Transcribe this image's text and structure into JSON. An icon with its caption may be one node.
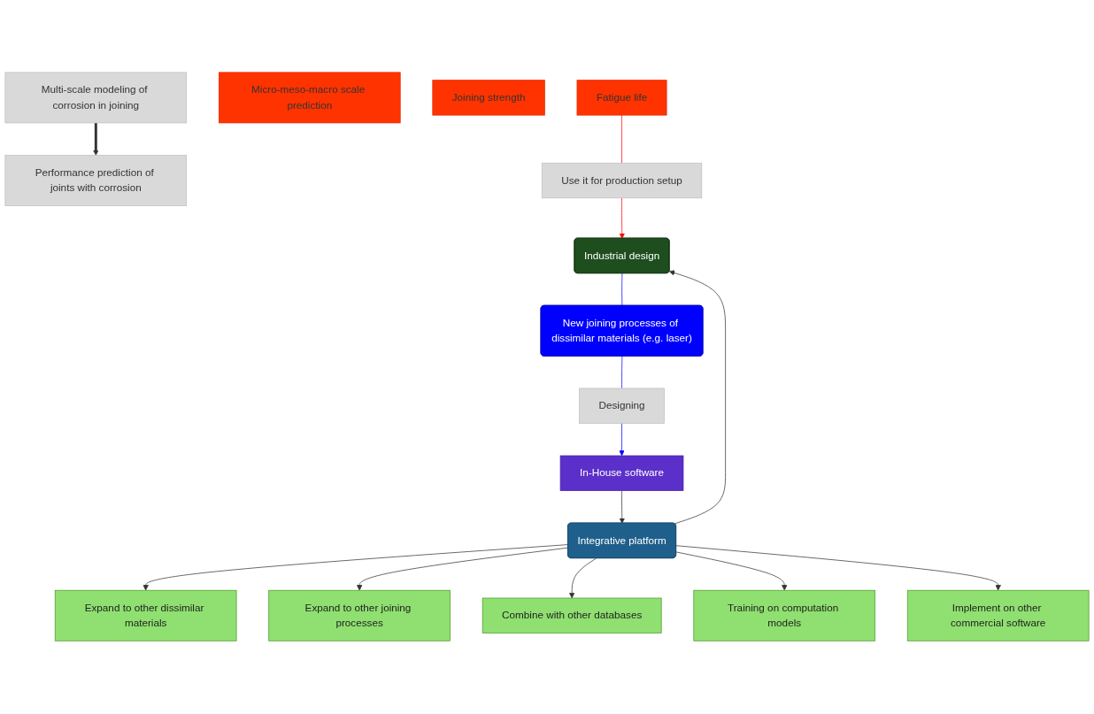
{
  "diagram": {
    "nodes": [
      {
        "text": [
          "Multi-scale modeling of corrosion in joining"
        ]
      },
      {
        "text": [
          "Micro-meso-macro scale prediction"
        ]
      },
      {
        "text": [
          "Performance prediction of joints with corrosion"
        ]
      },
      {
        "text": [
          "Joining strength"
        ]
      },
      {
        "text": [
          "Fatigue life"
        ]
      },
      {
        "text": [
          "In-House software"
        ]
      },
      {
        "text": [
          "Integrative platform"
        ]
      },
      {
        "text": [
          "Expand to other dissimilar materials"
        ]
      },
      {
        "text": [
          "Expand to other joining processes"
        ]
      },
      {
        "text": [
          "Combine with other databases"
        ]
      },
      {
        "text": [
          "Training on computation models"
        ]
      },
      {
        "text": [
          "Implement on other commercial software"
        ]
      },
      {
        "text": [
          "Use it for production setup"
        ]
      },
      {
        "text": [
          "Designing"
        ]
      },
      {
        "text": [
          "New joining processes of dissimilar materials (e.g. laser)"
        ]
      },
      {
        "text": [
          "Industrial design"
        ]
      }
    ],
    "edges": [
      {
        "from": 0,
        "to": 2,
        "arrow": "to",
        "style": "thick"
      },
      {
        "from": 5,
        "to": 6,
        "arrow": "to"
      },
      {
        "from": 6,
        "to": 7,
        "arrow": "to"
      },
      {
        "from": 6,
        "to": 8,
        "arrow": "to"
      },
      {
        "from": 6,
        "to": 9,
        "arrow": "to"
      },
      {
        "from": 6,
        "to": 10,
        "arrow": "to"
      },
      {
        "from": 6,
        "to": 11,
        "arrow": "to"
      },
      {
        "from": 6,
        "to": 15,
        "arrow": "to"
      },
      {
        "from": 4,
        "to": 12,
        "arrow": "none",
        "color": "#ff0000"
      },
      {
        "from": 12,
        "to": 15,
        "arrow": "to",
        "color": "#ff0000"
      },
      {
        "from": 15,
        "to": 14,
        "arrow": "none",
        "color": "#0000ff"
      },
      {
        "from": 14,
        "to": 13,
        "arrow": "none",
        "color": "#0000ff"
      },
      {
        "from": 13,
        "to": 5,
        "arrow": "to",
        "color": "#0000ff"
      }
    ]
  }
}
